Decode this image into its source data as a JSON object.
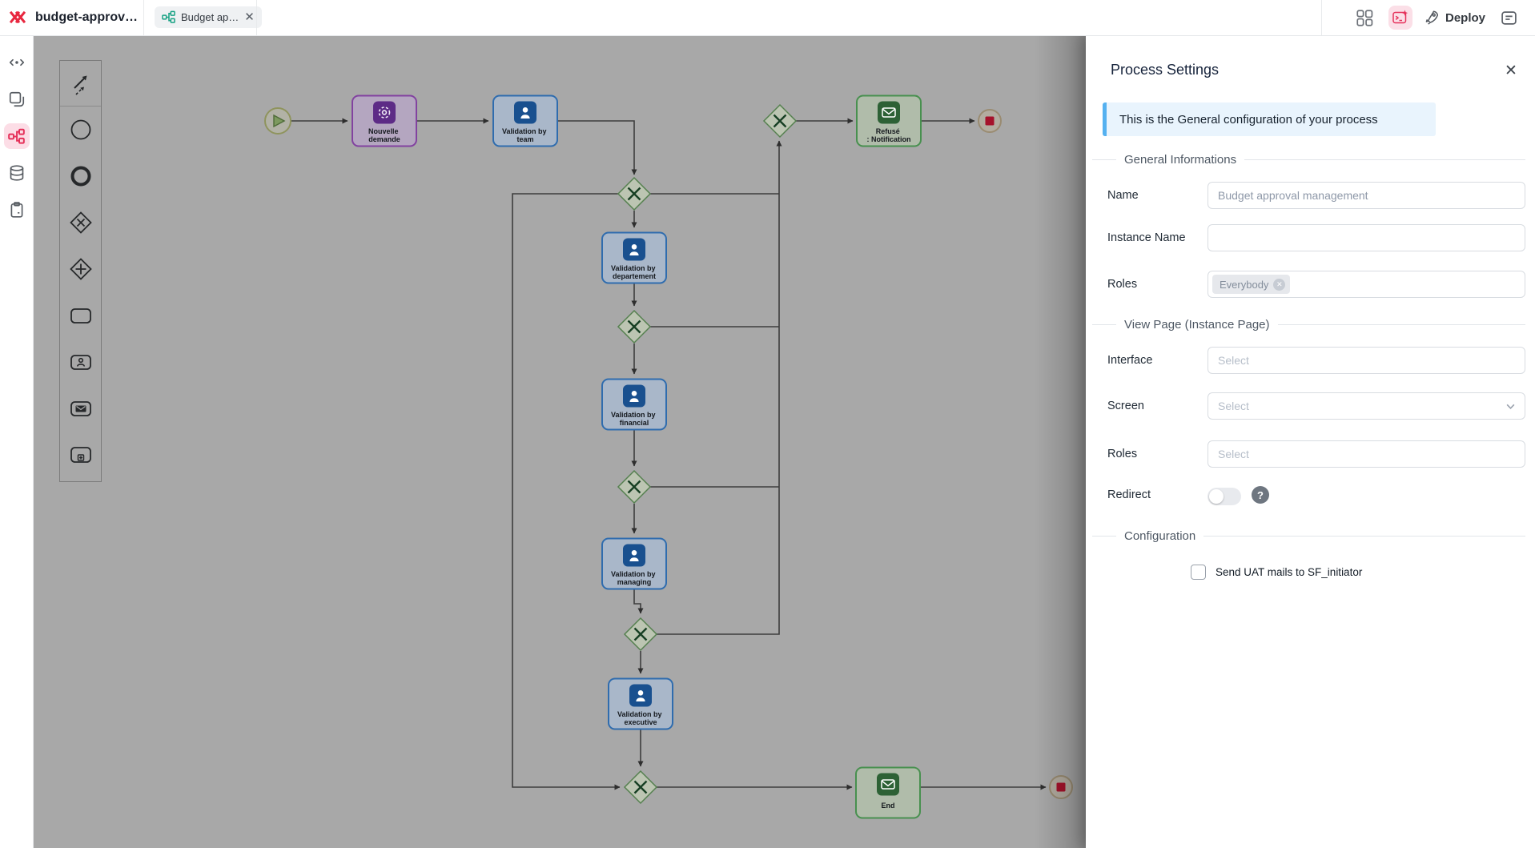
{
  "colors": {
    "brand_red": "#e8273f",
    "tab_teal": "#1aa385",
    "active_pink_bg": "#fcdde6",
    "banner_bg": "#e9f4fd",
    "banner_accent": "#55b1f0",
    "canvas_bg": "#a8a8a8",
    "task_blue_border": "#2f6cae",
    "task_purple_border": "#8242a0",
    "task_green_border": "#48904f"
  },
  "topbar": {
    "project_title": "budget-approv…",
    "tab_label": "Budget ap…",
    "tab_close": "✕",
    "deploy_label": "Deploy"
  },
  "sidebar": {
    "items": [
      "resize",
      "pages",
      "process-flow",
      "database",
      "clipboard"
    ]
  },
  "palette": {
    "tools": [
      "connector",
      "start-event",
      "end-event",
      "exclusive-gateway",
      "parallel-gateway",
      "task",
      "user-task",
      "mail-task",
      "subprocess"
    ]
  },
  "diagram": {
    "nodes": {
      "nouvelle": {
        "line1": "Nouvelle",
        "line2": "demande"
      },
      "team": {
        "line1": "Validation by",
        "line2": "team"
      },
      "refuse": {
        "line1": "Refusé",
        "line2": ": Notification"
      },
      "departement": {
        "line1": "Validation by",
        "line2": "departement"
      },
      "financial": {
        "line1": "Validation by",
        "line2": "financial"
      },
      "managing": {
        "line1": "Validation by",
        "line2": "managing"
      },
      "executive": {
        "line1": "Validation by",
        "line2": "executive"
      },
      "end_task": {
        "line1": "End",
        "line2": ""
      }
    }
  },
  "panel": {
    "title": "Process Settings",
    "close": "✕",
    "banner": "This is the General configuration of your process",
    "section_general": "General Informations",
    "section_view": "View Page (Instance Page)",
    "section_config": "Configuration",
    "fields": {
      "name": {
        "label": "Name",
        "value": "Budget approval management"
      },
      "instance": {
        "label": "Instance Name",
        "value": ""
      },
      "roles": {
        "label": "Roles",
        "chip": "Everybody",
        "chip_remove": "✕"
      },
      "interface": {
        "label": "Interface",
        "placeholder": "Select"
      },
      "screen": {
        "label": "Screen",
        "placeholder": "Select"
      },
      "roles2": {
        "label": "Roles",
        "placeholder": "Select"
      },
      "redirect": {
        "label": "Redirect",
        "help": "?"
      },
      "uat_checkbox_label": "Send UAT mails to SF_initiator"
    }
  }
}
